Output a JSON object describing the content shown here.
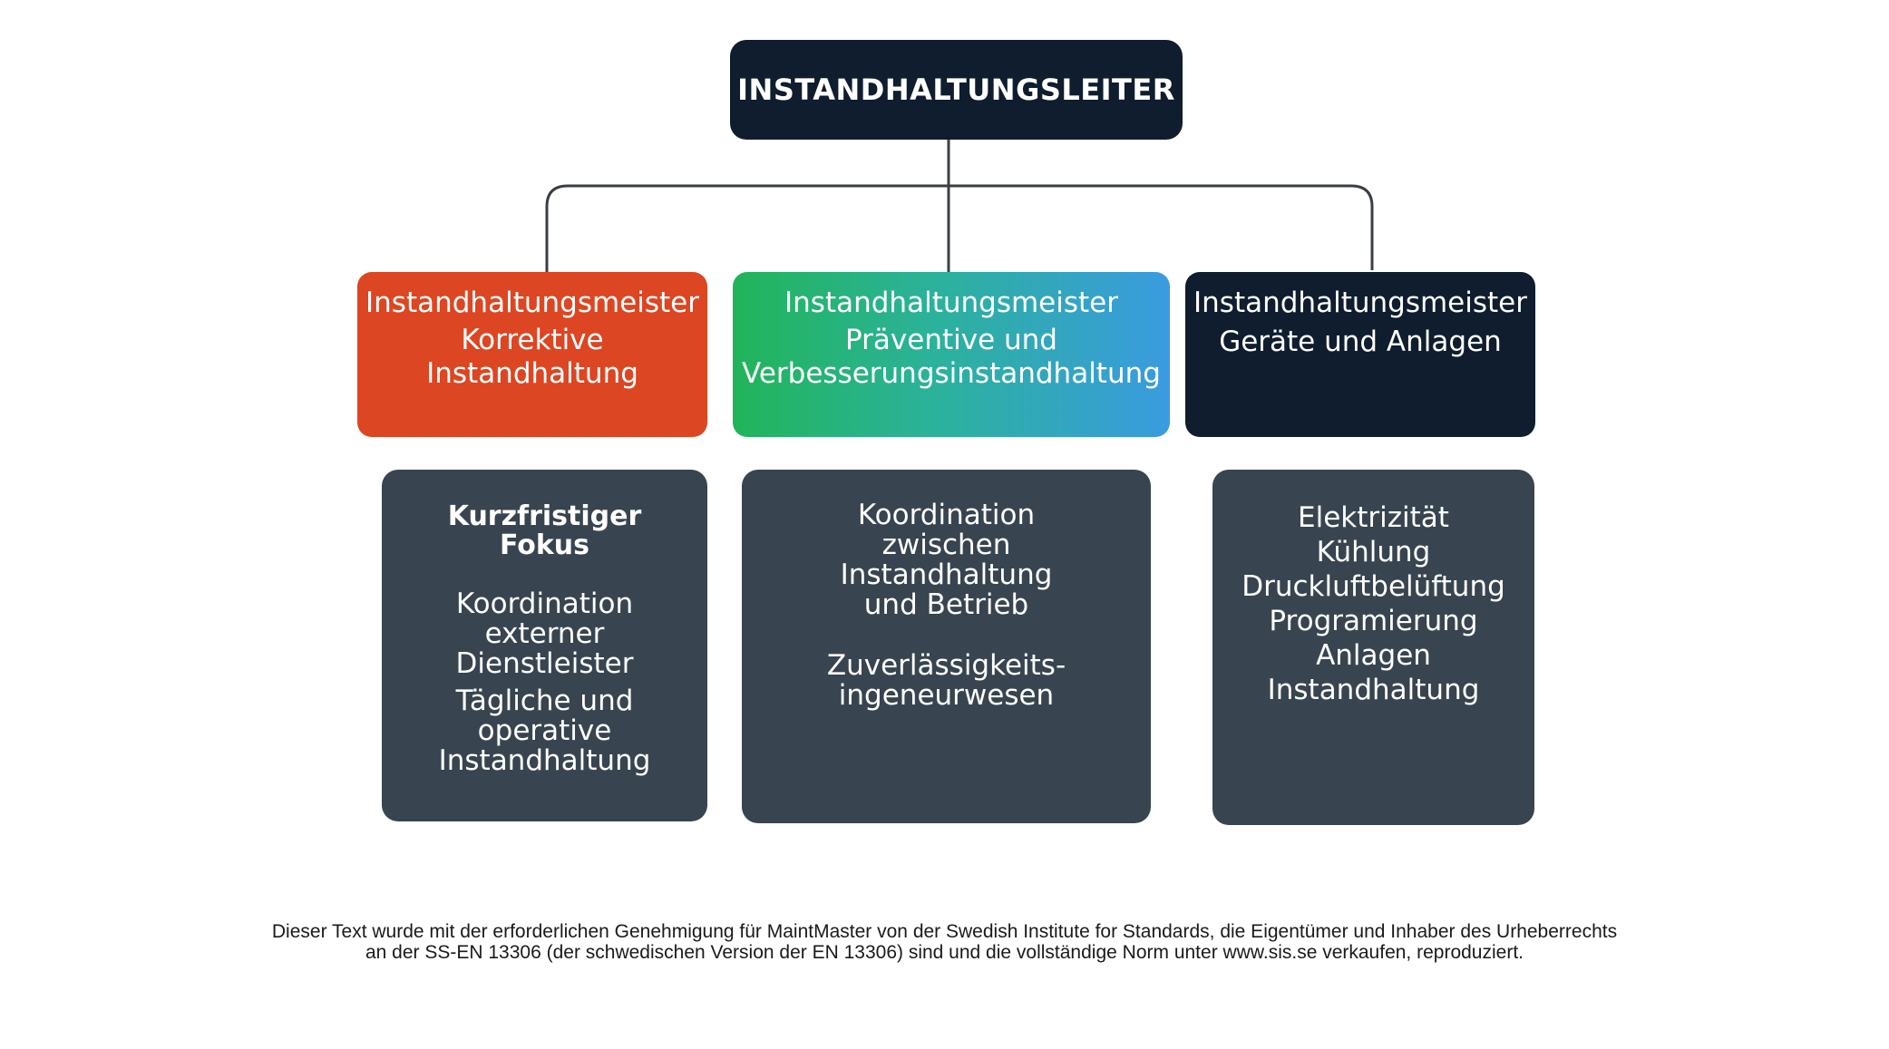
{
  "top": {
    "title": "INSTANDHALTUNGSLEITER"
  },
  "managers": [
    {
      "title": "Instandhaltungsmeister",
      "lines": [
        "Korrektive",
        "Instandhaltung"
      ],
      "color": "#dc4622"
    },
    {
      "title": "Instandhaltungsmeister",
      "lines": [
        "Präventive und",
        "Verbesserungsinstandhaltung"
      ],
      "color": "gradient #22b45a→#3a9be0"
    },
    {
      "title": "Instandhaltungsmeister",
      "lines": [
        "Geräte und Anlagen"
      ],
      "color": "#0f1d2e"
    }
  ],
  "responsibilities": {
    "left": {
      "heading": [
        "Kurzfristiger",
        "Fokus"
      ],
      "block1": [
        "Koordination",
        "externer",
        "Dienstleister"
      ],
      "block2": [
        "Tägliche und",
        "operative",
        "Instandhaltung"
      ]
    },
    "middle": {
      "block1": [
        "Koordination",
        "zwischen",
        "Instandhaltung",
        "und Betrieb"
      ],
      "block2": [
        "Zuverlässigkeits-",
        "ingeneurwesen"
      ]
    },
    "right": {
      "lines": [
        "Elektrizität",
        "Kühlung",
        "Druckluftbelüftung",
        "Programierung",
        "Anlagen",
        "Instandhaltung"
      ]
    }
  },
  "footer": {
    "line1": "Dieser Text wurde mit der erforderlichen Genehmigung für MaintMaster von der Swedish Institute for Standards, die Eigentümer und Inhaber des Urheberrechts",
    "line2": "an der SS-EN 13306 (der schwedischen Version der EN 13306) sind und die vollständige Norm unter www.sis.se verkaufen, reproduziert."
  },
  "colors": {
    "dark_navy": "#0f1d2e",
    "slate": "#38444f",
    "orange_red": "#dc4622",
    "connector": "#3a3f45"
  }
}
